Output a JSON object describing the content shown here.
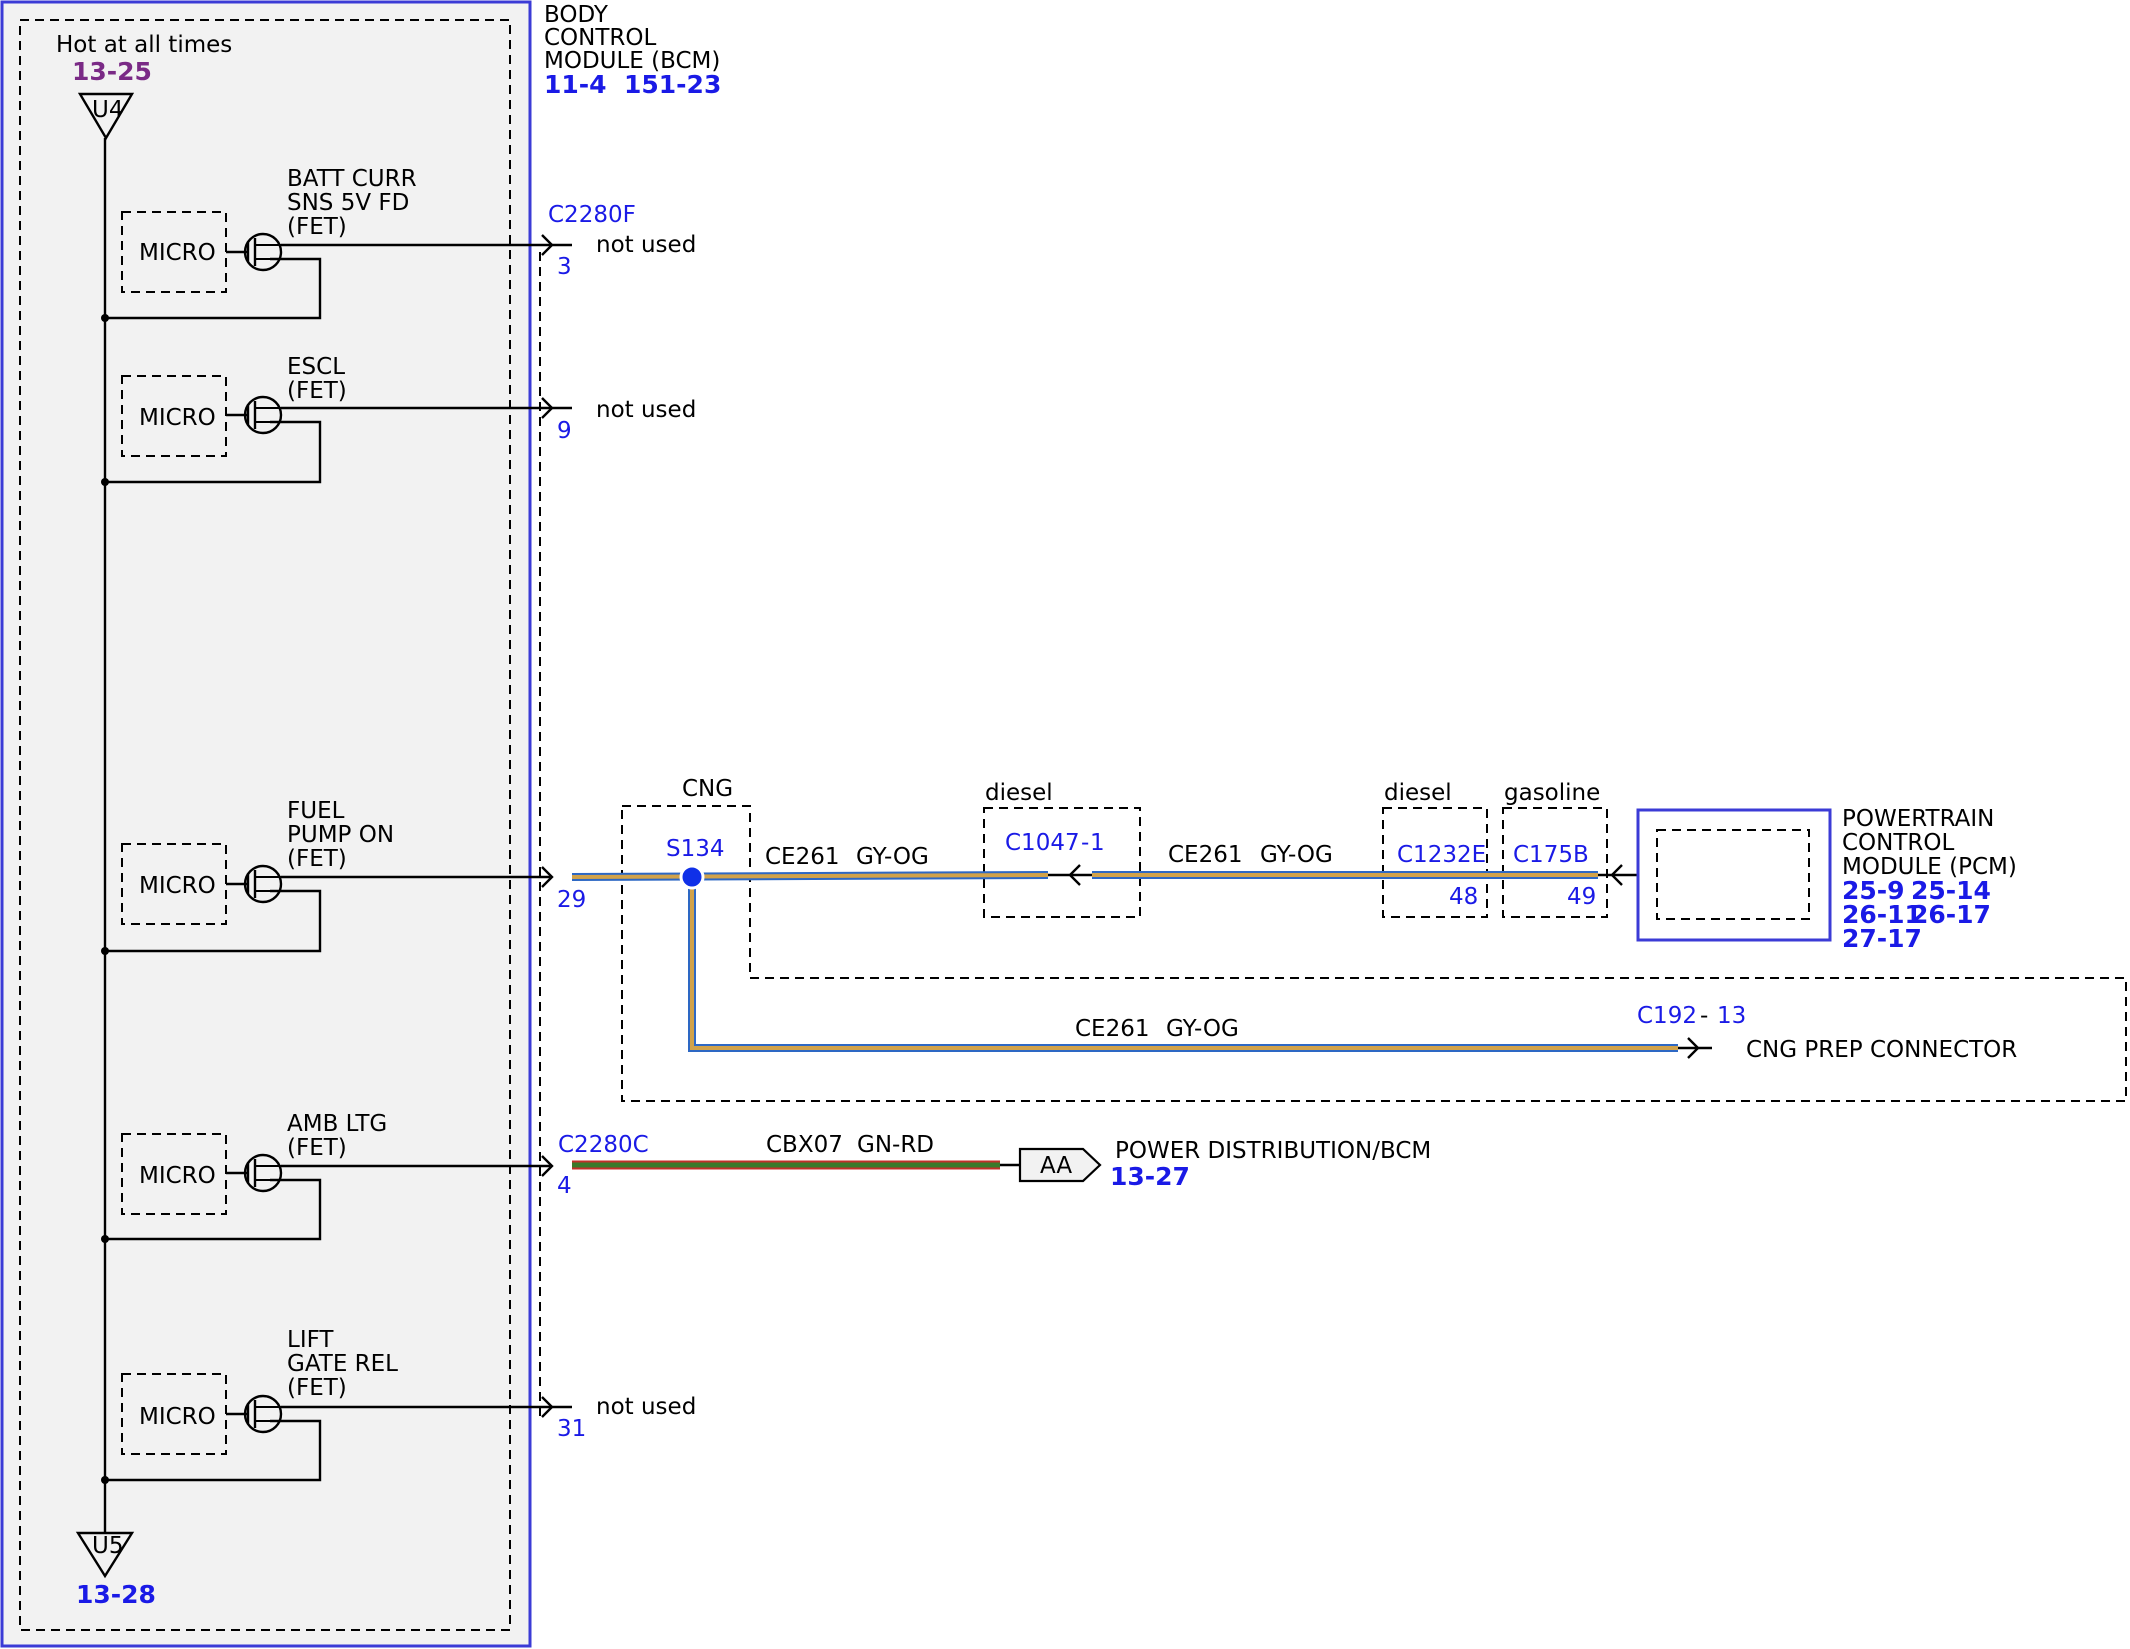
{
  "bcm": {
    "title_lines": [
      "BODY",
      "CONTROL",
      "MODULE (BCM)"
    ],
    "refs": [
      "11-4",
      "151-23"
    ]
  },
  "power_feed": {
    "label": "Hot at all times",
    "in_ref": "13-25",
    "in_node": "U4",
    "out_node": "U5",
    "out_ref": "13-28"
  },
  "outputs": [
    {
      "micro_label": "MICRO",
      "fet_lines": [
        "BATT CURR",
        "SNS 5V FD",
        "(FET)"
      ],
      "connector": "C2280F",
      "pin": "3",
      "status": "not used"
    },
    {
      "micro_label": "MICRO",
      "fet_lines": [
        "ESCL",
        "(FET)"
      ],
      "pin": "9",
      "status": "not used"
    },
    {
      "micro_label": "MICRO",
      "fet_lines": [
        "FUEL",
        "PUMP ON",
        "(FET)"
      ],
      "pin": "29"
    },
    {
      "micro_label": "MICRO",
      "fet_lines": [
        "AMB LTG",
        "(FET)"
      ],
      "connector": "C2280C",
      "pin": "4"
    },
    {
      "micro_label": "MICRO",
      "fet_lines": [
        "LIFT",
        "GATE REL",
        "(FET)"
      ],
      "pin": "31",
      "status": "not used"
    }
  ],
  "fuel_pump_circuit": {
    "cng_label": "CNG",
    "splice": "S134",
    "circuit": "CE261",
    "color_code": "GY-OG",
    "diesel_label": "diesel",
    "c1047": "C1047",
    "c1047_sep": "-",
    "c1047_pin": "1",
    "diesel_label_2": "diesel",
    "c1232": "C1232E",
    "c1232_pin": "48",
    "gasoline_label": "gasoline",
    "c175": "C175B",
    "c175_pin": "49",
    "c192": "C192",
    "c192_sep": "-",
    "c192_pin": "13",
    "cng_prep": "CNG PREP CONNECTOR",
    "wire_colors": {
      "base": "#d1a24a",
      "stripe": "#2d68c4"
    }
  },
  "pcm": {
    "title_lines": [
      "POWERTRAIN",
      "CONTROL",
      "MODULE (PCM)"
    ],
    "refs": [
      [
        "25-9",
        "25-14"
      ],
      [
        "26-11",
        "26-17"
      ],
      [
        "27-17"
      ]
    ]
  },
  "amb_circuit": {
    "circuit": "CBX07",
    "color_code": "GN-RD",
    "tag": "AA",
    "destination": "POWER DISTRIBUTION/BCM",
    "ref": "13-27",
    "wire_colors": {
      "base": "#3a7a2a",
      "stripe": "#c2302a"
    }
  },
  "colors": {
    "bcm_border": "#3b3bd6",
    "bcm_fill": "#f2f2f2",
    "ref_blue": "#1a1ae6",
    "ref_purple": "#7a2a86",
    "splice_dot": "#1030e8"
  }
}
